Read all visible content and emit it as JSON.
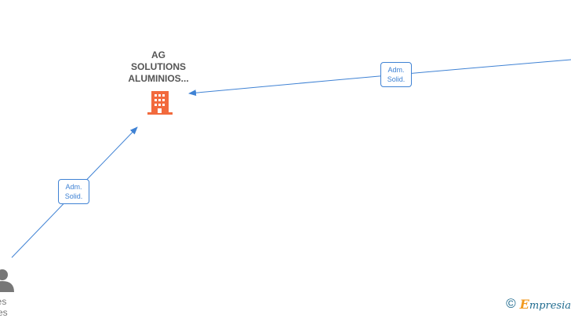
{
  "company": {
    "name_lines": [
      "AG",
      "SOLUTIONS",
      "ALUMINIOS..."
    ],
    "icon": "building-icon",
    "color": "#f26a3d"
  },
  "edges": [
    {
      "label_lines": [
        "Adm.",
        "Solid."
      ]
    },
    {
      "label_lines": [
        "Adm.",
        "Solid."
      ]
    }
  ],
  "person": {
    "icon": "person-icon",
    "label_lines": [
      "res",
      "hes"
    ]
  },
  "edge_color": "#3f82d4",
  "watermark": {
    "copyright_symbol": "©",
    "brand_initial": "E",
    "brand_rest": "mpresia"
  }
}
